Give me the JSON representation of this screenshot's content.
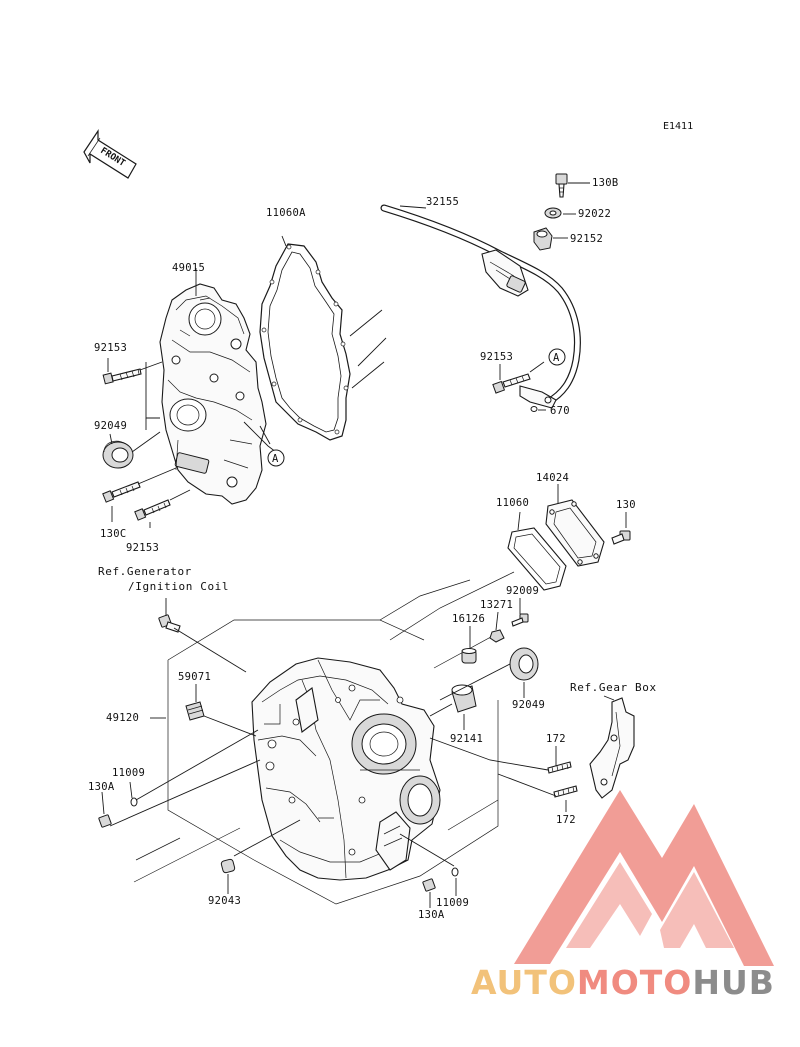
{
  "diagram": {
    "code": "E1411",
    "front_label": "FRONT",
    "callout_a": "A",
    "part_labels": {
      "p130B": "130B",
      "p92022": "92022",
      "p32155": "32155",
      "p92152": "92152",
      "p11060A": "11060A",
      "p49015": "49015",
      "p92153_a": "92153",
      "p92049_a": "92049",
      "p130C": "130C",
      "p92153_b": "92153",
      "p92153_c": "92153",
      "p670": "670",
      "p14024": "14024",
      "p11060": "11060",
      "p130": "130",
      "p92009": "92009",
      "p13271": "13271",
      "p16126": "16126",
      "p92049_b": "92049",
      "p92141": "92141",
      "p59071": "59071",
      "p49120": "49120",
      "p11009_a": "11009",
      "p130A_a": "130A",
      "p172_a": "172",
      "p172_b": "172",
      "p92043": "92043",
      "p130A_b": "130A",
      "p11009_b": "11009"
    },
    "refs": {
      "generator_line1": "Ref.Generator",
      "generator_line2": "/Ignition Coil",
      "gear_box": "Ref.Gear Box"
    }
  },
  "watermark": {
    "part1": "AUTO",
    "part2": "MOTO",
    "part3": "HUB",
    "color1": "#f2c27a",
    "color2": "#f08b80",
    "color3": "#8c8c8c",
    "logo_color": "#ef8c84"
  }
}
